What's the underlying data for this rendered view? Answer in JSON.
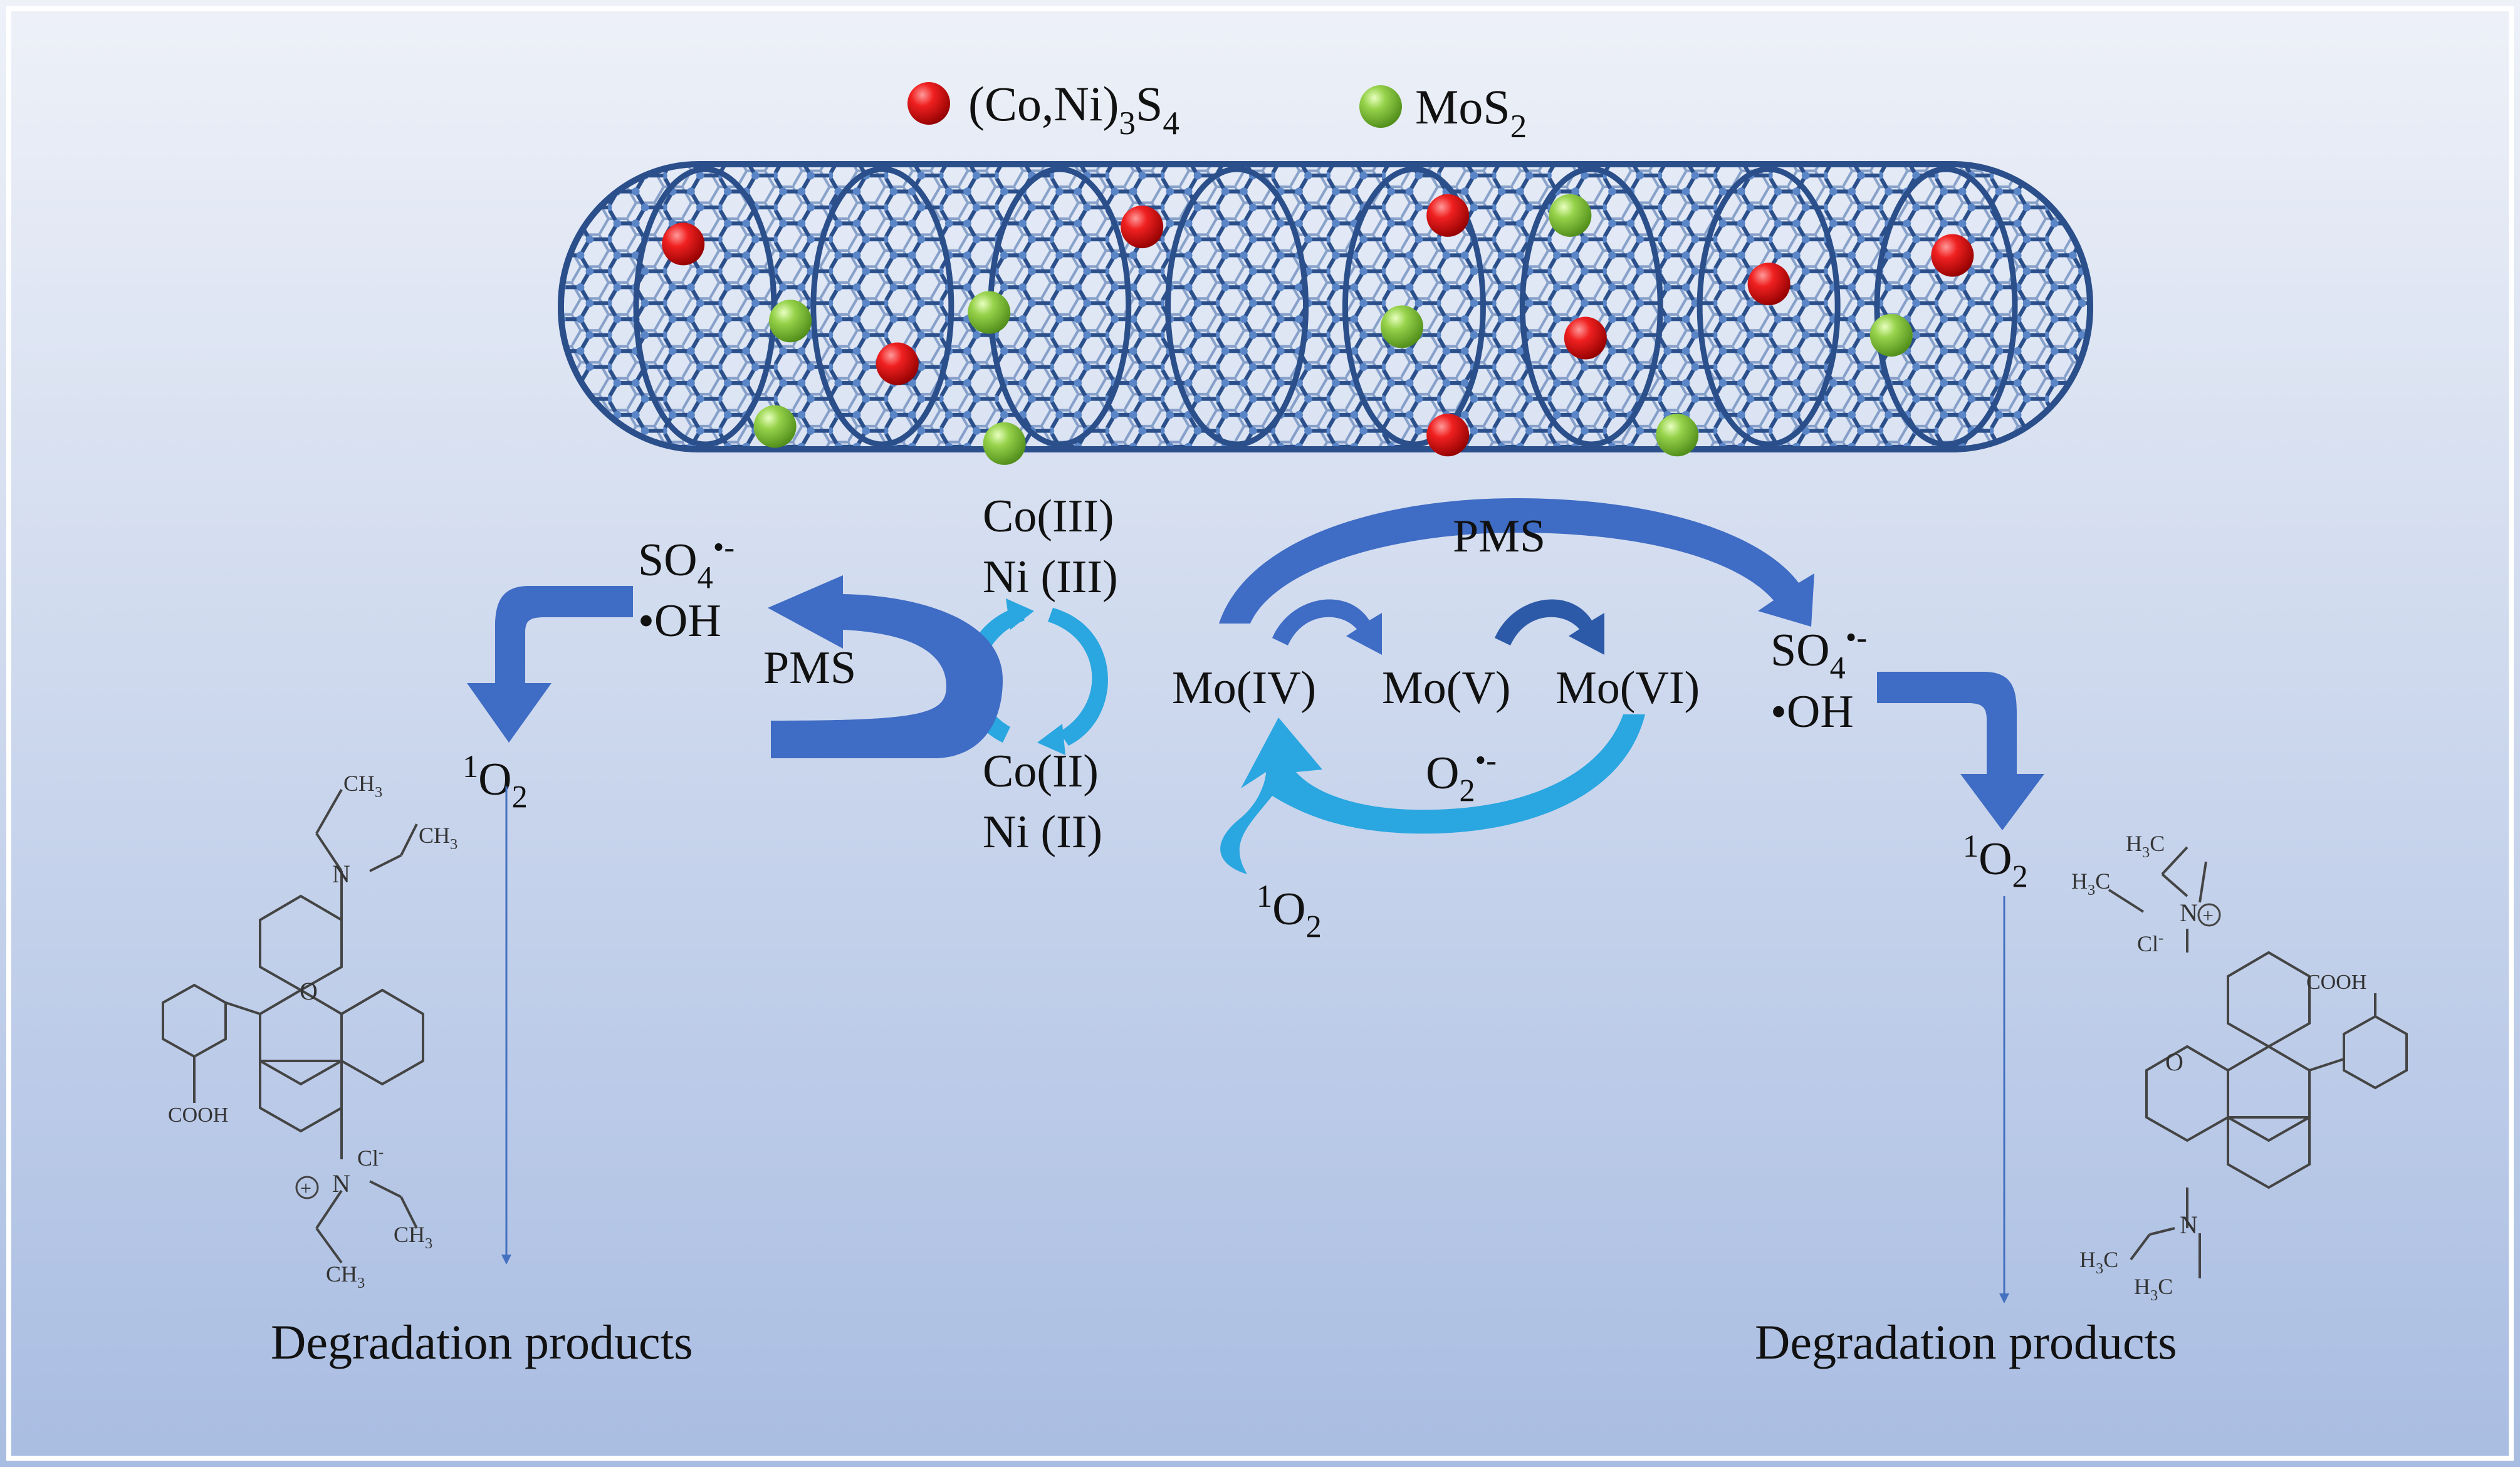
{
  "legend": {
    "items": [
      {
        "parts": [
          [
            "(Co,Ni)",
            ""
          ],
          [
            "3",
            "sub"
          ],
          [
            "S",
            ""
          ],
          [
            "4",
            "sub"
          ]
        ],
        "color": "#e01010"
      },
      {
        "parts": [
          [
            "MoS",
            ""
          ],
          [
            "2",
            "sub"
          ]
        ],
        "color": "#8cc83c"
      }
    ]
  },
  "left_cycle": {
    "top_labels": [
      "Co(III)",
      "Ni (III)"
    ],
    "bottom_labels": [
      "Co(II)",
      "Ni (II)"
    ],
    "pms": "PMS",
    "radical_so4": [
      [
        "SO",
        ""
      ],
      [
        "4",
        "sub"
      ],
      [
        "•-",
        "sup"
      ]
    ],
    "radical_oh": "•OH",
    "singlet_o2": [
      [
        "1",
        "sup"
      ],
      [
        "O",
        ""
      ],
      [
        "2",
        "sub"
      ]
    ]
  },
  "right_cycle": {
    "pms": "PMS",
    "mo4": "Mo(IV)",
    "mo5": "Mo(V)",
    "mo6": "Mo(VI)",
    "superoxide": [
      [
        "O",
        ""
      ],
      [
        "2",
        "sub"
      ],
      [
        "•-",
        "sup"
      ]
    ],
    "singlet_o2_center": [
      [
        "1",
        "sup"
      ],
      [
        "O",
        ""
      ],
      [
        "2",
        "sub"
      ]
    ],
    "radical_so4": [
      [
        "SO",
        ""
      ],
      [
        "4",
        "sub"
      ],
      [
        "•-",
        "sup"
      ]
    ],
    "radical_oh": "•OH",
    "singlet_o2": [
      [
        "1",
        "sup"
      ],
      [
        "O",
        ""
      ],
      [
        "2",
        "sub"
      ]
    ]
  },
  "molecule_labels": {
    "ch3": [
      [
        "CH",
        ""
      ],
      [
        "3",
        "sub"
      ]
    ],
    "h3c": [
      [
        "H",
        ""
      ],
      [
        "3",
        "sub"
      ],
      [
        "C",
        ""
      ]
    ],
    "n": "N",
    "o": "O",
    "cooh": "COOH",
    "cl": [
      [
        "Cl",
        ""
      ],
      [
        "-",
        "sup"
      ]
    ],
    "plus": "+"
  },
  "outputs": {
    "left": "Degradation products",
    "right": "Degradation products"
  },
  "colors": {
    "arrow_dark": "#3f6cc4",
    "arrow_light": "#2aa6e0",
    "tube": "#2b4f8a",
    "bg_top": "#eef1f8",
    "bg_bottom": "#a9bde2"
  },
  "nanotube": {
    "particles": [
      {
        "type": "cns",
        "u": 0.08,
        "v": 0.28
      },
      {
        "type": "mos2",
        "u": 0.15,
        "v": 0.55
      },
      {
        "type": "cns",
        "u": 0.22,
        "v": 0.7
      },
      {
        "type": "mos2",
        "u": 0.14,
        "v": 0.92
      },
      {
        "type": "mos2",
        "u": 0.28,
        "v": 0.52
      },
      {
        "type": "mos2",
        "u": 0.29,
        "v": 0.98
      },
      {
        "type": "cns",
        "u": 0.38,
        "v": 0.22
      },
      {
        "type": "mos2",
        "u": 0.55,
        "v": 0.57
      },
      {
        "type": "cns",
        "u": 0.58,
        "v": 0.18
      },
      {
        "type": "mos2",
        "u": 0.66,
        "v": 0.18
      },
      {
        "type": "cns",
        "u": 0.67,
        "v": 0.61
      },
      {
        "type": "cns",
        "u": 0.58,
        "v": 0.95
      },
      {
        "type": "cns",
        "u": 0.79,
        "v": 0.42
      },
      {
        "type": "mos2",
        "u": 0.73,
        "v": 0.95
      },
      {
        "type": "cns",
        "u": 0.91,
        "v": 0.32
      },
      {
        "type": "mos2",
        "u": 0.87,
        "v": 0.6
      }
    ]
  }
}
